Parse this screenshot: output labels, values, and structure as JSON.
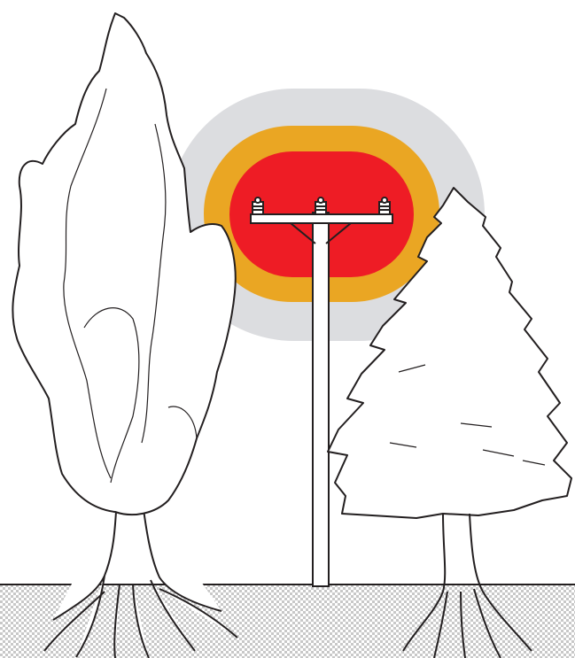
{
  "scene": {
    "kind": "utility-line-clearance-zones",
    "zones": [
      {
        "name": "outer-zone",
        "color": "#dcdde0"
      },
      {
        "name": "middle-zone",
        "color": "#eaa623"
      },
      {
        "name": "inner-zone",
        "color": "#ee1c25"
      }
    ],
    "ground": {
      "base": "#ffffff",
      "dot": "#c8c8c8"
    },
    "outline_color": "#231f20",
    "objects": [
      {
        "name": "tall-columnar-tree",
        "type": "broadleaf"
      },
      {
        "name": "utility-pole",
        "type": "wooden-pole",
        "insulators": 3
      },
      {
        "name": "conifer-tree",
        "type": "evergreen"
      }
    ]
  }
}
